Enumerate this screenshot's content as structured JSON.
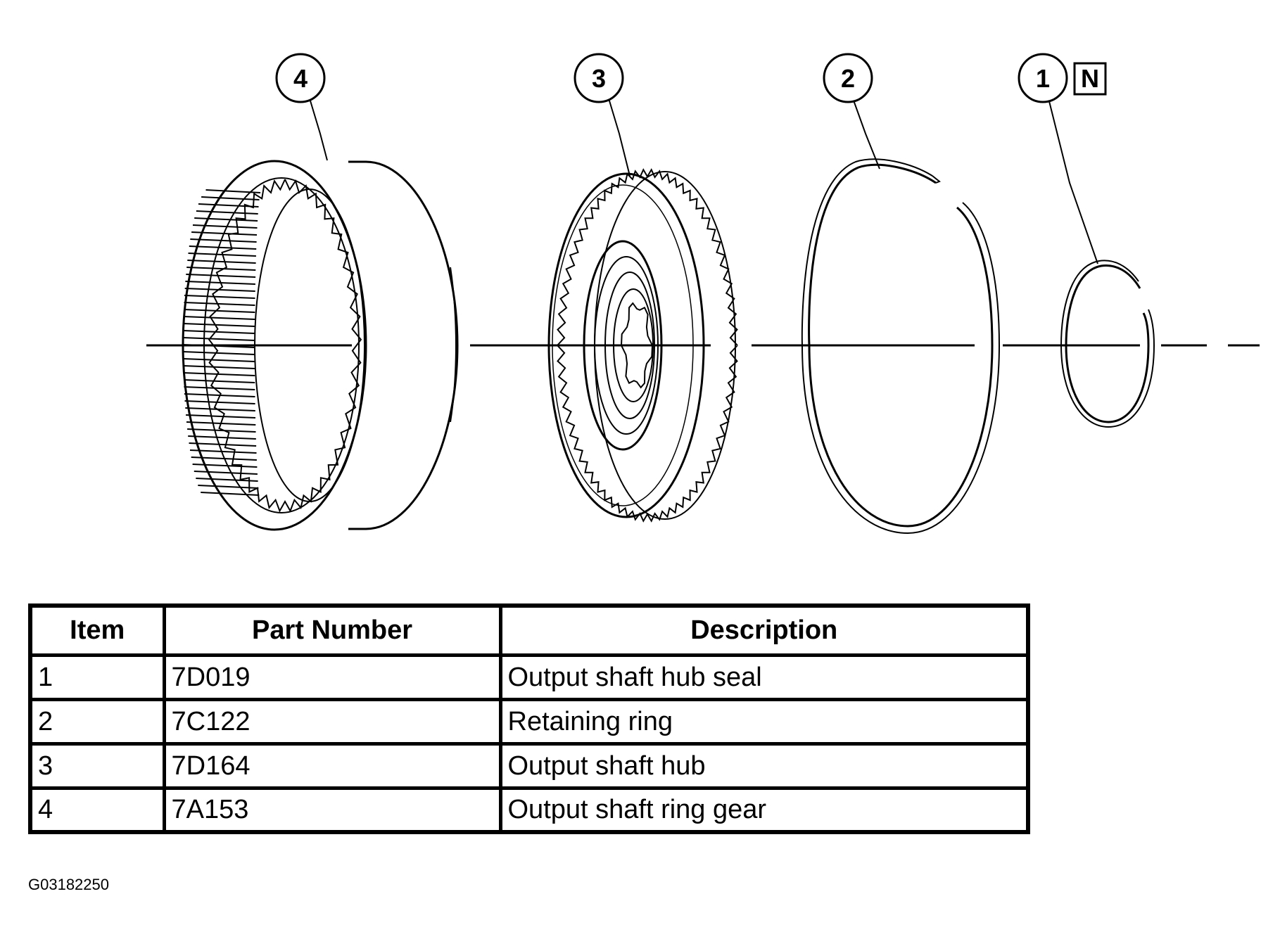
{
  "callouts": [
    {
      "number": "4",
      "part": "output-shaft-ring-gear"
    },
    {
      "number": "3",
      "part": "output-shaft-hub"
    },
    {
      "number": "2",
      "part": "retaining-ring"
    },
    {
      "number": "1",
      "part": "output-shaft-hub-seal"
    }
  ],
  "new_part_marker": "N",
  "table": {
    "headers": [
      "Item",
      "Part Number",
      "Description"
    ],
    "rows": [
      {
        "item": "1",
        "part_number": "7D019",
        "description": "Output shaft hub seal"
      },
      {
        "item": "2",
        "part_number": "7C122",
        "description": "Retaining ring"
      },
      {
        "item": "3",
        "part_number": "7D164",
        "description": "Output shaft hub"
      },
      {
        "item": "4",
        "part_number": "7A153",
        "description": "Output shaft ring gear"
      }
    ]
  },
  "figure_id": "G03182250",
  "colors": {
    "line": "#000000",
    "background": "#ffffff"
  }
}
